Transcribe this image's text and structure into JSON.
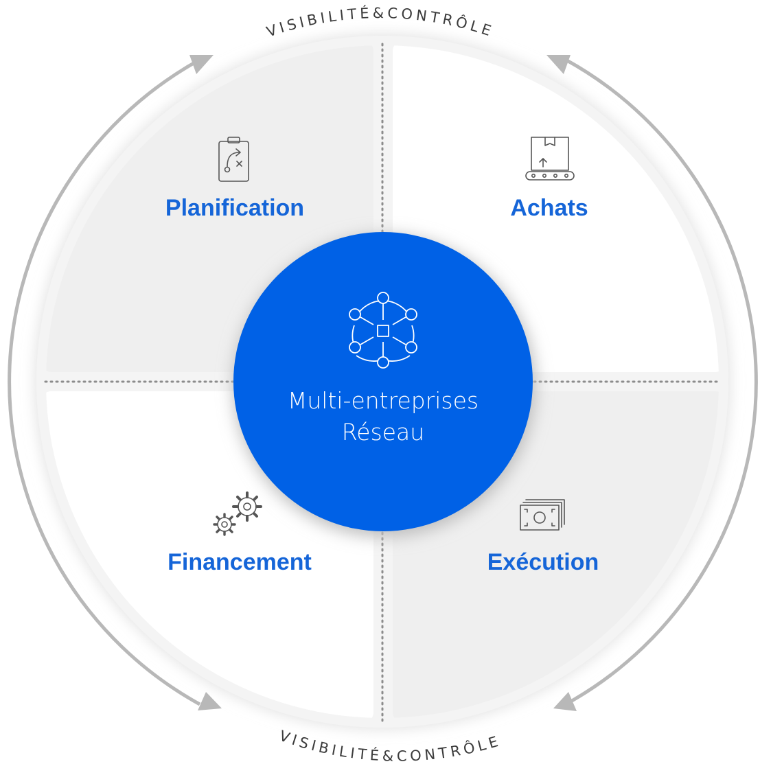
{
  "outer_label_top": "VISIBILITÉ&CONTRÔLE",
  "outer_label_bottom": "VISIBILITÉ&CONTRÔLE",
  "center": {
    "line1": "Multi-entreprises",
    "line2": "Réseau",
    "icon": "network-icon",
    "color": "#0061e6"
  },
  "quadrants": [
    {
      "label": "Planification",
      "icon": "clipboard-strategy-icon",
      "fill": "#efefef"
    },
    {
      "label": "Achats",
      "icon": "conveyor-box-icon",
      "fill": "#ffffff"
    },
    {
      "label": "Financement",
      "icon": "gears-icon",
      "fill": "#ffffff"
    },
    {
      "label": "Exécution",
      "icon": "banknote-icon",
      "fill": "#efefef"
    }
  ],
  "colors": {
    "label": "#1565d8",
    "ring_arrows": "#b8b8b8",
    "divider_dots": "#8c8c8c"
  }
}
